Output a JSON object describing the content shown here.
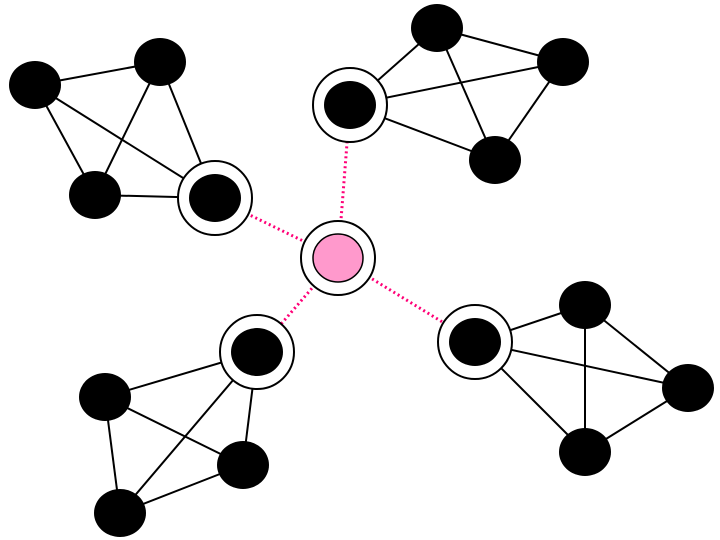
{
  "diagram": {
    "colors": {
      "node_fill": "#000000",
      "edge": "#000000",
      "hub_fill": "#ff99cc",
      "hub_link": "#ff0077",
      "background": "#ffffff"
    },
    "hub": {
      "id": "hub",
      "ringed": true
    },
    "clusters": [
      {
        "id": "top-left",
        "nodes": [
          "a1",
          "a2",
          "a3",
          "a4"
        ],
        "gateway": "a4",
        "edges": [
          [
            "a1",
            "a2"
          ],
          [
            "a1",
            "a3"
          ],
          [
            "a1",
            "a4"
          ],
          [
            "a2",
            "a3"
          ],
          [
            "a2",
            "a4"
          ],
          [
            "a3",
            "a4"
          ]
        ]
      },
      {
        "id": "top-right",
        "nodes": [
          "b1",
          "b2",
          "b3",
          "b4"
        ],
        "gateway": "b4",
        "edges": [
          [
            "b4",
            "b1"
          ],
          [
            "b4",
            "b2"
          ],
          [
            "b4",
            "b3"
          ],
          [
            "b1",
            "b2"
          ],
          [
            "b1",
            "b3"
          ],
          [
            "b2",
            "b3"
          ]
        ]
      },
      {
        "id": "bottom-left",
        "nodes": [
          "c1",
          "c2",
          "c3",
          "c4"
        ],
        "gateway": "c1",
        "edges": [
          [
            "c1",
            "c2"
          ],
          [
            "c1",
            "c3"
          ],
          [
            "c1",
            "c4"
          ],
          [
            "c2",
            "c3"
          ],
          [
            "c2",
            "c4"
          ],
          [
            "c3",
            "c4"
          ]
        ]
      },
      {
        "id": "bottom-right",
        "nodes": [
          "d1",
          "d2",
          "d3",
          "d4"
        ],
        "gateway": "d1",
        "edges": [
          [
            "d1",
            "d2"
          ],
          [
            "d1",
            "d3"
          ],
          [
            "d1",
            "d4"
          ],
          [
            "d2",
            "d3"
          ],
          [
            "d2",
            "d4"
          ],
          [
            "d3",
            "d4"
          ]
        ]
      }
    ],
    "hub_links": [
      [
        "hub",
        "a4"
      ],
      [
        "hub",
        "b4"
      ],
      [
        "hub",
        "c1"
      ],
      [
        "hub",
        "d1"
      ]
    ]
  }
}
